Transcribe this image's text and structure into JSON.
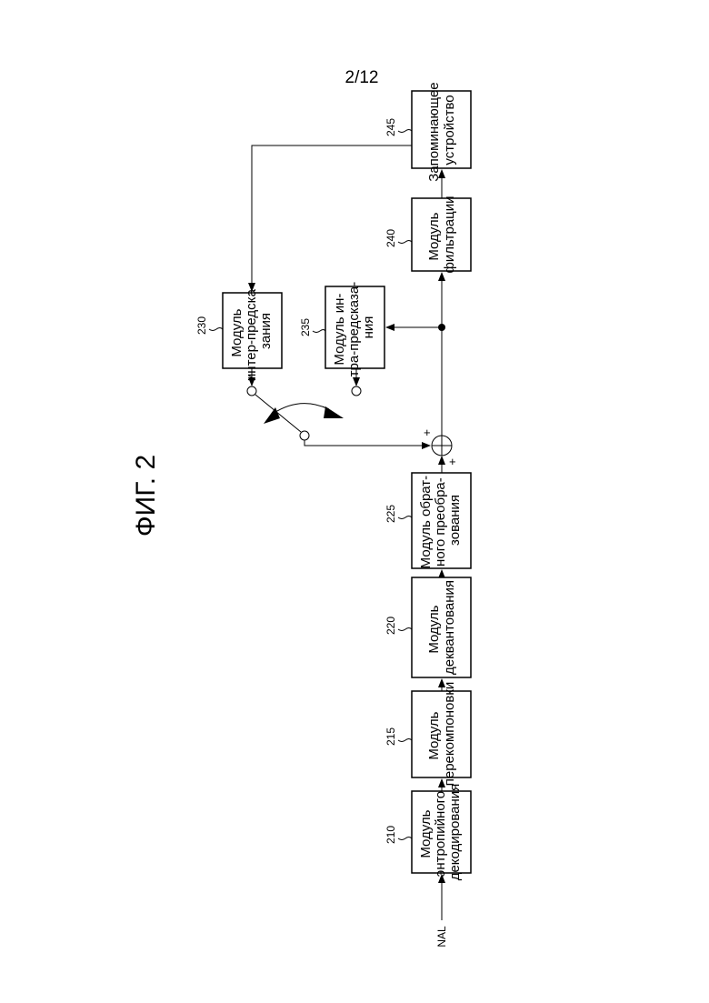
{
  "page_number": "2/12",
  "figure_title": "ФИГ. 2",
  "input_label": "NAL",
  "blocks": {
    "b210": {
      "number": "210",
      "lines": [
        "Модуль",
        "энтропийного",
        "декодирования"
      ]
    },
    "b215": {
      "number": "215",
      "lines": [
        "Модуль",
        "перекомпоновки"
      ]
    },
    "b220": {
      "number": "220",
      "lines": [
        "Модуль",
        "деквантования"
      ]
    },
    "b225": {
      "number": "225",
      "lines": [
        "Модуль обрат-",
        "ного преобра-",
        "зования"
      ]
    },
    "b230": {
      "number": "230",
      "lines": [
        "Модуль",
        "интер-предска-",
        "зания"
      ]
    },
    "b235": {
      "number": "235",
      "lines": [
        "Модуль ин-",
        "тра-предсказа-",
        "ния"
      ]
    },
    "b240": {
      "number": "240",
      "lines": [
        "Модуль",
        "фильтрации"
      ]
    },
    "b245": {
      "number": "245",
      "lines": [
        "Запоминающее",
        "устройство"
      ]
    }
  },
  "adder_signs": [
    "+",
    "+"
  ]
}
